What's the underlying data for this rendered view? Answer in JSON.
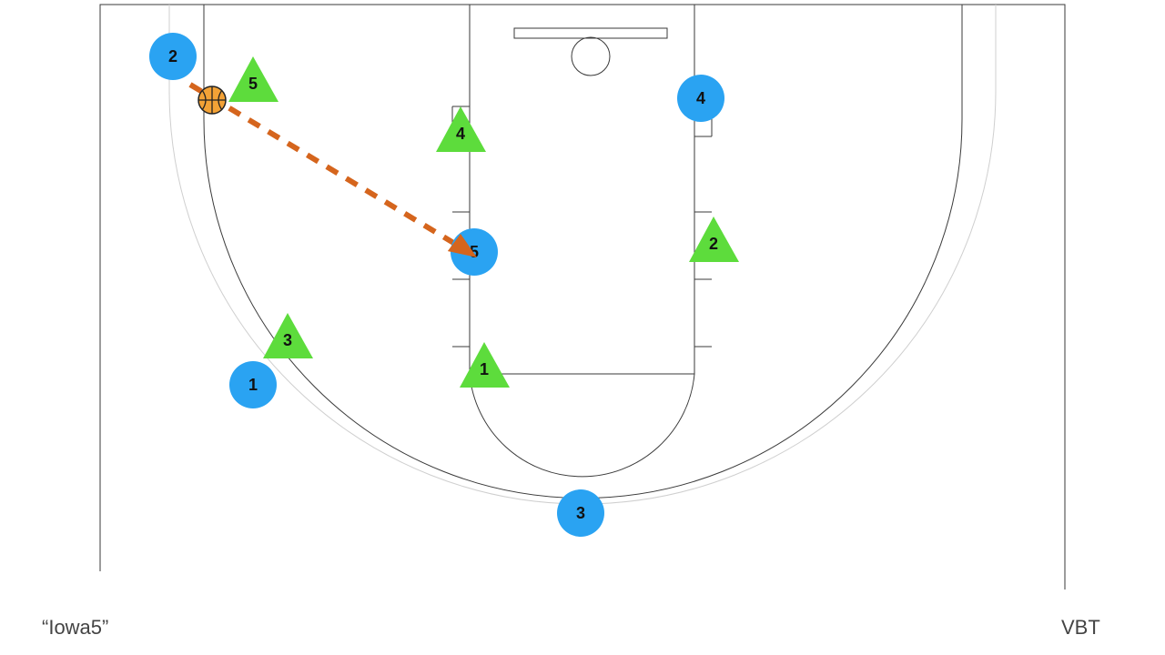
{
  "play": {
    "name": "“Iowa5”",
    "credit": "VBT"
  },
  "colors": {
    "offense": "#2aa3f2",
    "defense": "#5ddc3c",
    "pass": "#d5651d",
    "ball": "#f3a236",
    "court_line": "#3a3a3a",
    "three_point_outer": "#cfcfcf"
  },
  "offense": [
    {
      "label": "1",
      "spot": "left wing"
    },
    {
      "label": "2",
      "spot": "left corner"
    },
    {
      "label": "3",
      "spot": "top of key"
    },
    {
      "label": "4",
      "spot": "right block"
    },
    {
      "label": "5",
      "spot": "left mid-post"
    }
  ],
  "defense": [
    {
      "label": "1",
      "spot": "left elbow"
    },
    {
      "label": "2",
      "spot": "right lane"
    },
    {
      "label": "3",
      "spot": "left wing"
    },
    {
      "label": "4",
      "spot": "left block"
    },
    {
      "label": "5",
      "spot": "left corner"
    }
  ],
  "actions": [
    {
      "type": "pass",
      "style": "dashed",
      "from": "offense 2",
      "to": "offense 5"
    }
  ],
  "ball": {
    "holder": "offense 2",
    "icon": "basketball-icon"
  }
}
